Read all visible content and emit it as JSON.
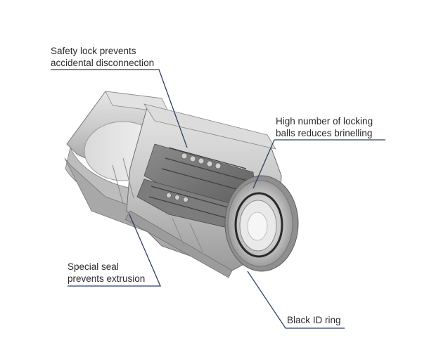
{
  "callouts": {
    "safety_lock": {
      "line1": "Safety lock prevents",
      "line2": "accidental disconnection"
    },
    "locking_balls": {
      "line1": "High number of locking",
      "line2": "balls reduces brinelling"
    },
    "special_seal": {
      "line1": "Special seal",
      "line2": "prevents extrusion"
    },
    "black_ring": {
      "line1": "Black ID ring"
    }
  },
  "colors": {
    "leader_line": "#2e3f63",
    "steel_light": "#d4d4d4",
    "steel_mid": "#a9a9a9",
    "steel_dark": "#6e6e6e",
    "black_ring": "#2a2a2a"
  }
}
